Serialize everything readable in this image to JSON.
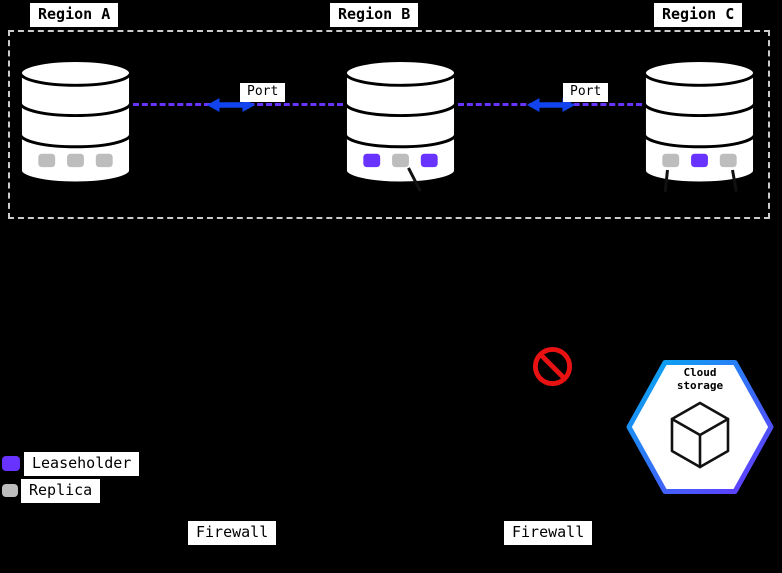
{
  "colors": {
    "purple": "#6933FF",
    "gray": "#BDBDBD",
    "blue": "#1144EE",
    "red": "#E81212",
    "hex1": "#00AEEF",
    "hex2": "#6933FF",
    "background": "#000000"
  },
  "regions": [
    {
      "label": "Region A",
      "replicas": [
        "replica",
        "replica",
        "replica"
      ]
    },
    {
      "label": "Region B",
      "replicas": [
        "leaseholder",
        "replica",
        "leaseholder"
      ]
    },
    {
      "label": "Region C",
      "replicas": [
        "replica",
        "leaseholder",
        "replica"
      ]
    }
  ],
  "connections": [
    {
      "label": "Port"
    },
    {
      "label": "Port"
    }
  ],
  "cloud_storage": {
    "label": "Cloud storage"
  },
  "legend": [
    {
      "swatch": "leaseholder",
      "label": "Leaseholder"
    },
    {
      "swatch": "replica",
      "label": "Replica"
    }
  ],
  "firewalls": [
    {
      "label": "Firewall"
    },
    {
      "label": "Firewall"
    }
  ]
}
